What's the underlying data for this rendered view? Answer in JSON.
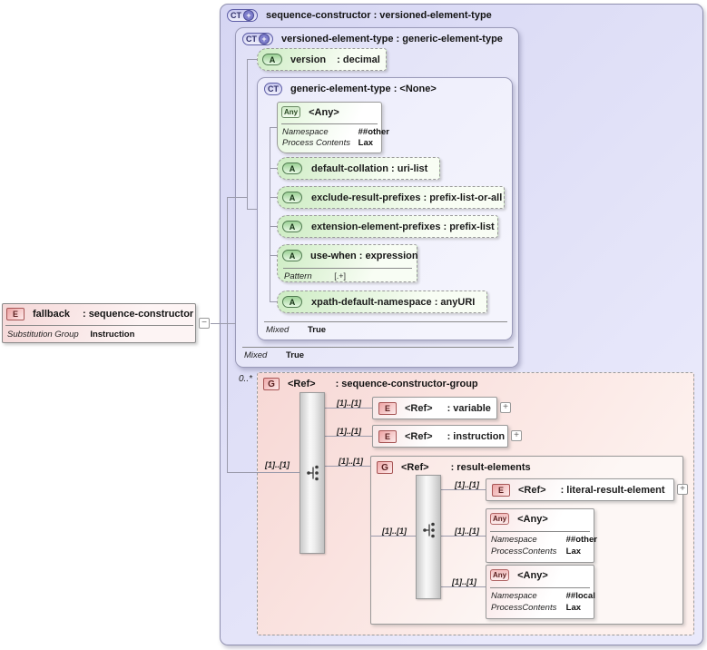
{
  "colors": {
    "type_box_bg": "#dcdcf5",
    "group_bg": "#f8dcd9",
    "attribute_bg": "#d9f0cf",
    "element_badge_border": "#a65454",
    "attribute_badge_border": "#4f7a4f",
    "complextype_badge_border": "#5d5da6",
    "connector_line": "#9a9aab"
  },
  "handles": {
    "collapse": "−",
    "expand": "+"
  },
  "fallback": {
    "badge": "E",
    "name": "fallback",
    "type": ": sequence-constructor",
    "prop_label": "Substitution Group",
    "prop_value": "Instruction"
  },
  "outer_type": {
    "badge": "CT",
    "plus": "+",
    "title": "sequence-constructor : versioned-element-type"
  },
  "versioned_type": {
    "badge": "CT",
    "plus": "+",
    "title": "versioned-element-type : generic-element-type",
    "mixed_label": "Mixed",
    "mixed_value": "True"
  },
  "version_attr": {
    "badge": "A",
    "name": "version",
    "type": ": decimal"
  },
  "generic_type": {
    "badge": "CT",
    "title": "generic-element-type : <None>",
    "mixed_label": "Mixed",
    "mixed_value": "True"
  },
  "any_wildcard": {
    "badge": "Any",
    "title": "<Any>",
    "namespace_label": "Namespace",
    "namespace_value": "##other",
    "process_label": "Process Contents",
    "process_value": "Lax"
  },
  "attributes": [
    {
      "badge": "A",
      "label": "default-collation : uri-list"
    },
    {
      "badge": "A",
      "label": "exclude-result-prefixes : prefix-list-or-all"
    },
    {
      "badge": "A",
      "label": "extension-element-prefixes : prefix-list"
    },
    {
      "badge": "A",
      "label": "use-when : expression",
      "pattern_label": "Pattern",
      "pattern_value": "[.+]"
    },
    {
      "badge": "A",
      "label": "xpath-default-namespace : anyURI"
    }
  ],
  "group": {
    "occurs": "0..*",
    "badge": "G",
    "name": "<Ref>",
    "type": ": sequence-constructor-group",
    "card": "[1]..[1]",
    "variable": {
      "badge": "E",
      "name": "<Ref>",
      "type": ": variable",
      "card": "[1]..[1]"
    },
    "instruction": {
      "badge": "E",
      "name": "<Ref>",
      "type": ": instruction",
      "card": "[1]..[1]"
    },
    "result_elements": {
      "badge": "G",
      "name": "<Ref>",
      "type": ": result-elements",
      "card": "[1]..[1]",
      "inner_card": "[1]..[1]",
      "literal": {
        "badge": "E",
        "name": "<Ref>",
        "type": ": literal-result-element",
        "card": "[1]..[1]"
      },
      "any_other": {
        "badge": "Any",
        "title": "<Any>",
        "card": "[1]..[1]",
        "namespace_label": "Namespace",
        "namespace_value": "##other",
        "process_label": "ProcessContents",
        "process_value": "Lax"
      },
      "any_local": {
        "badge": "Any",
        "title": "<Any>",
        "card": "[1]..[1]",
        "namespace_label": "Namespace",
        "namespace_value": "##local",
        "process_label": "ProcessContents",
        "process_value": "Lax"
      }
    }
  }
}
